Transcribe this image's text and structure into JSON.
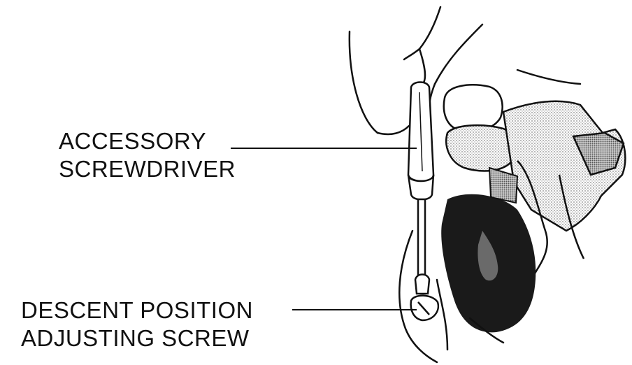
{
  "labels": {
    "accessory_screwdriver": {
      "line1": "ACCESSORY",
      "line2": "SCREWDRIVER"
    },
    "descent_position_screw": {
      "line1": "DESCENT POSITION",
      "line2": "ADJUSTING SCREW"
    }
  },
  "colors": {
    "ink": "#111111",
    "shadow": "#1a1a1a",
    "halftone": "#8a8a8a",
    "background": "#ffffff"
  }
}
